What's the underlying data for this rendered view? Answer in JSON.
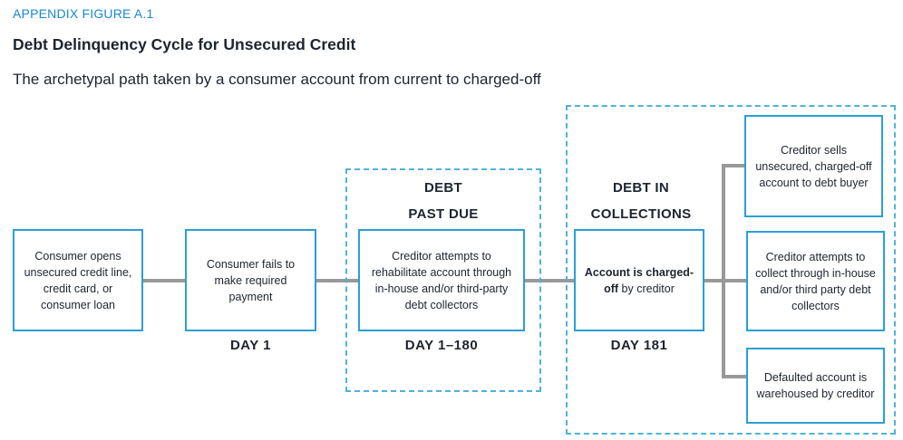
{
  "header": {
    "label": "APPENDIX FIGURE A.1",
    "title": "Debt Delinquency Cycle for Unsecured Credit",
    "subtitle": "The archetypal path taken by a consumer account from current to charged-off"
  },
  "diagram": {
    "stage_past_due": {
      "heading_line1": "DEBT",
      "heading_line2": "PAST DUE"
    },
    "stage_collections": {
      "heading_line1": "DEBT IN",
      "heading_line2": "COLLECTIONS"
    },
    "boxes": {
      "open": "Consumer opens unsecured credit line, credit card, or consumer loan",
      "fail": "Consumer fails to make required payment",
      "rehab": "Creditor attempts to rehabilitate account through in-house and/or third-party debt collectors",
      "chargeoff_bold": "Account is charged-off",
      "chargeoff_rest": " by creditor",
      "sells": "Creditor sells unsecured, charged-off account to debt buyer",
      "collect": "Creditor attempts to collect through in-house and/or third party debt collectors",
      "warehouse": "Defaulted account is warehoused by creditor"
    },
    "days": {
      "day1": "DAY 1",
      "day1_180": "DAY 1–180",
      "day181": "DAY 181"
    },
    "colors": {
      "box_border": "#2b9fd6",
      "dashed": "#4fb3d9",
      "connector": "#999999",
      "label": "#1a88c9"
    }
  }
}
